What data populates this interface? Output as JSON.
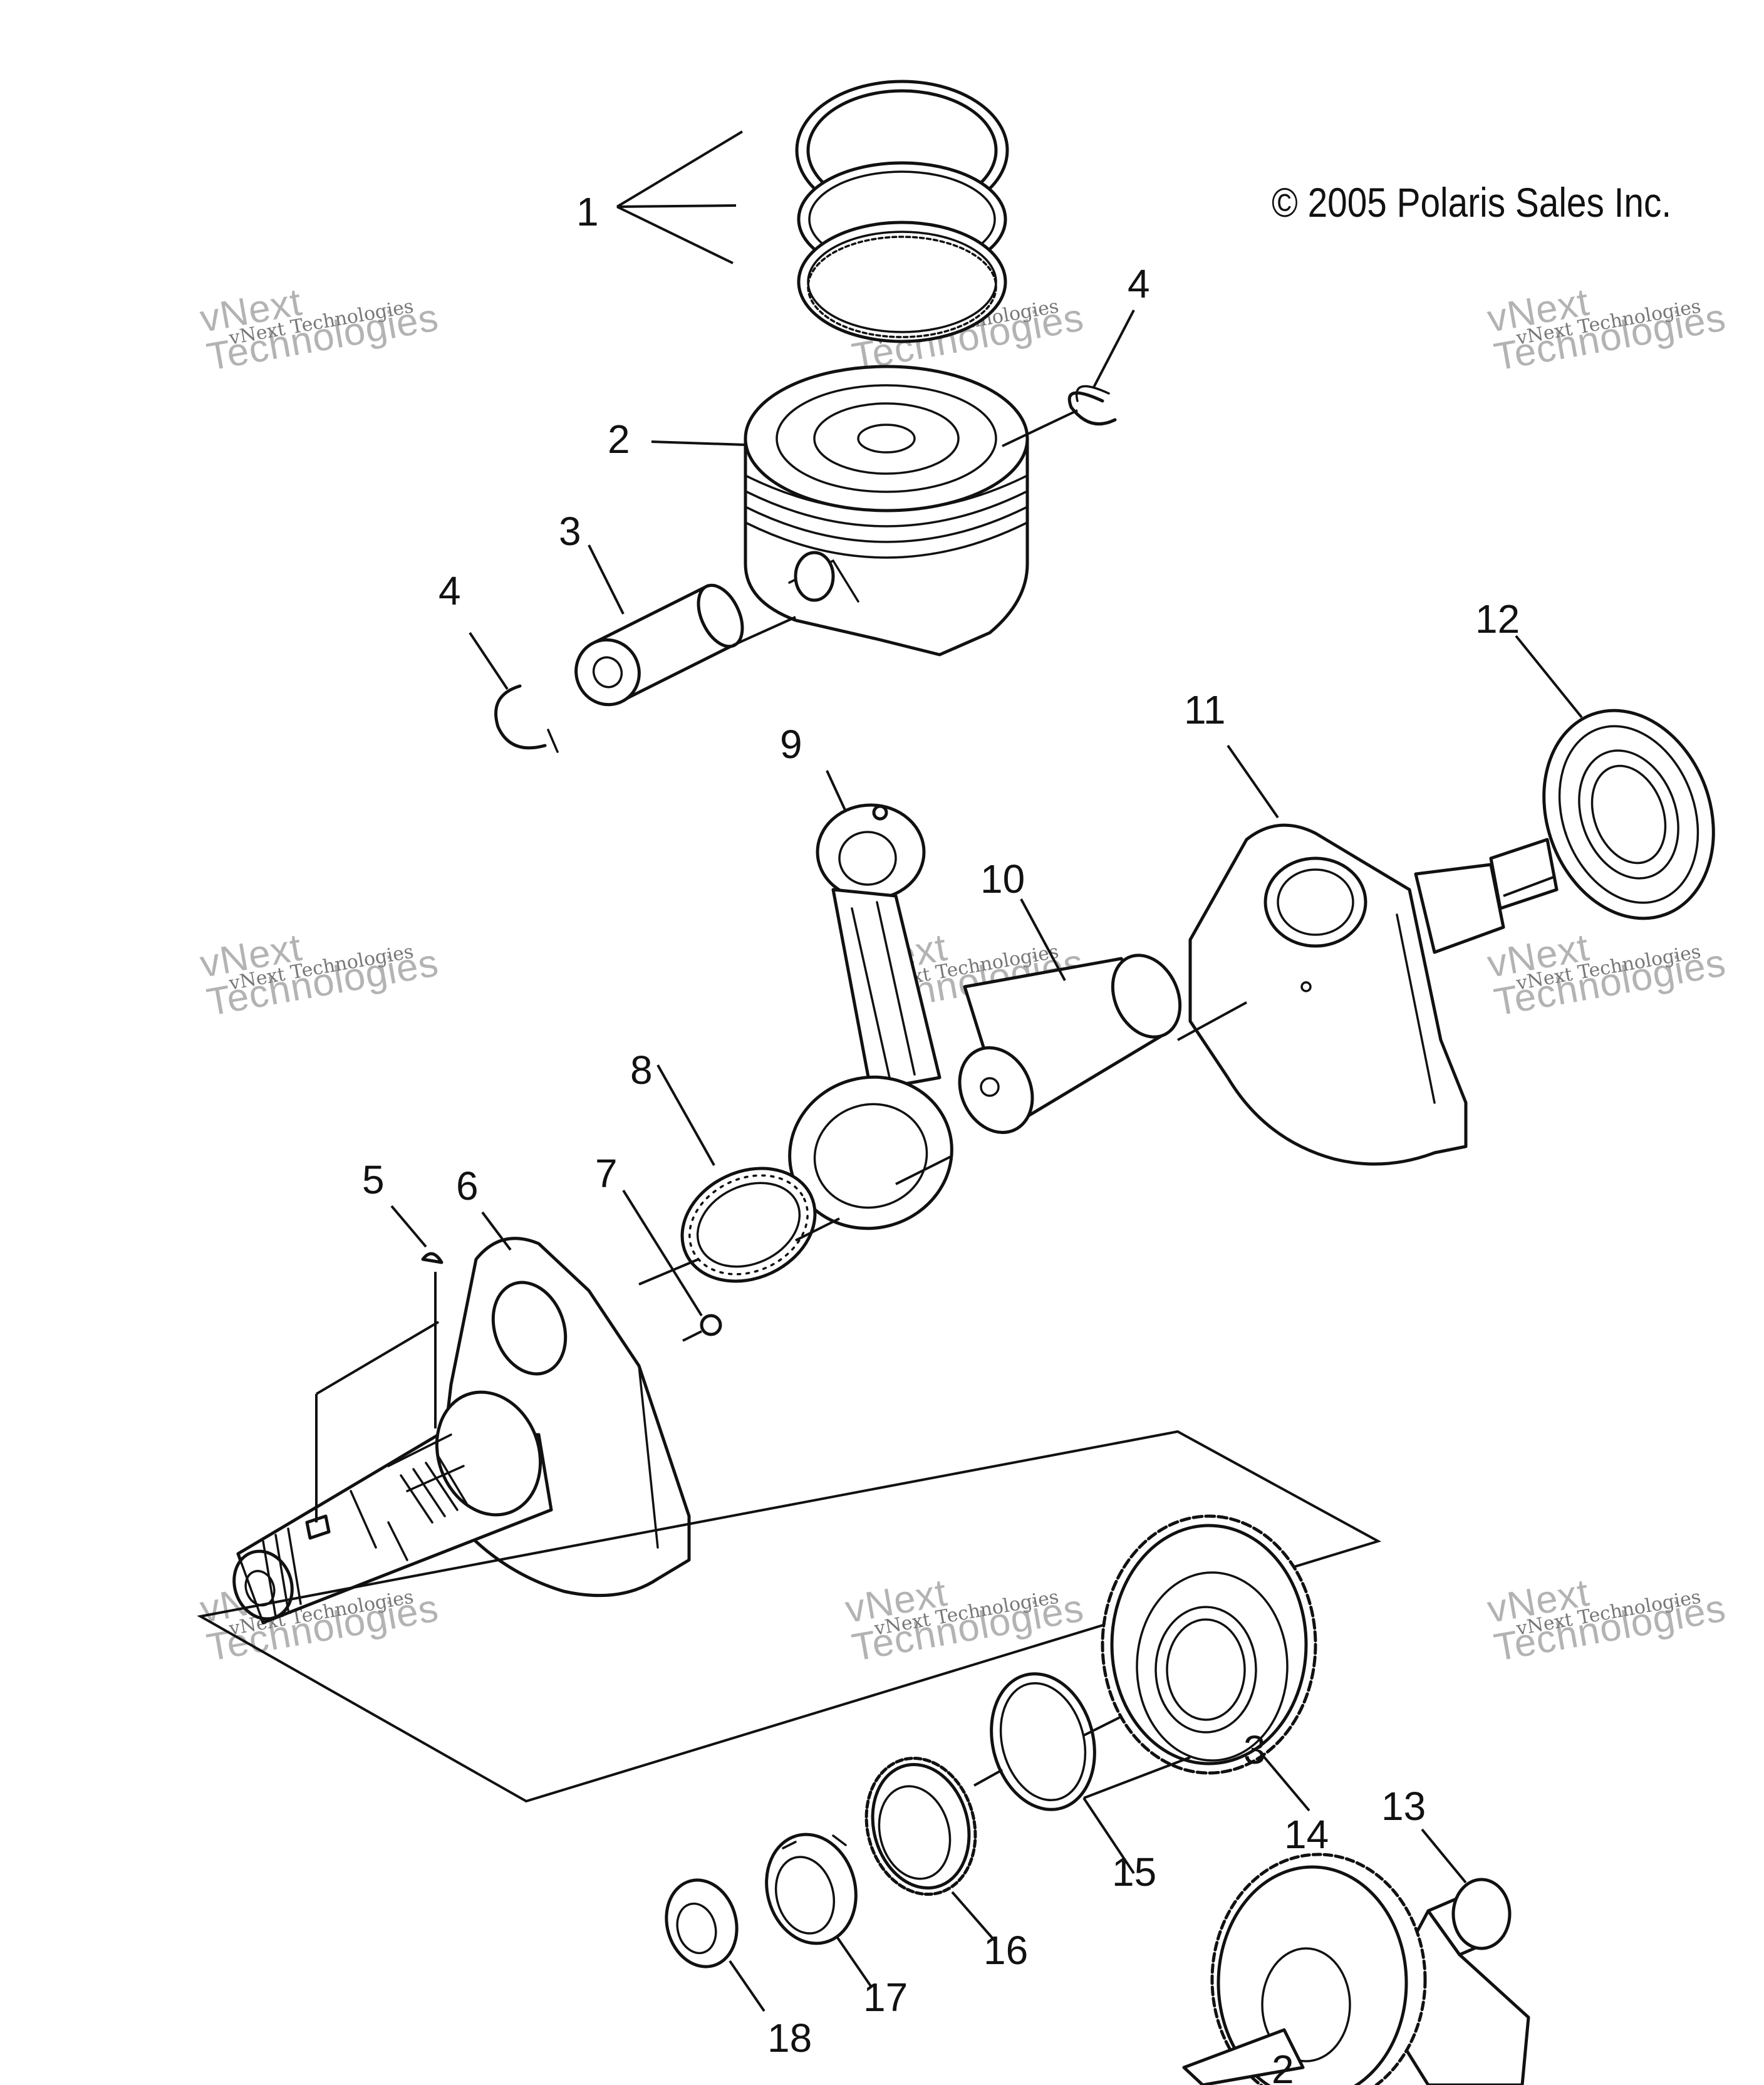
{
  "copyright": "© 2005 Polaris Sales Inc.",
  "watermark": {
    "line1": "vNext Technologies",
    "line2": "vNext\nTechnologies"
  },
  "callouts": [
    {
      "id": "c1",
      "label": "1"
    },
    {
      "id": "c2",
      "label": "2"
    },
    {
      "id": "c3",
      "label": "3"
    },
    {
      "id": "c4a",
      "label": "4"
    },
    {
      "id": "c4b",
      "label": "4"
    },
    {
      "id": "c5",
      "label": "5"
    },
    {
      "id": "c6",
      "label": "6"
    },
    {
      "id": "c7",
      "label": "7"
    },
    {
      "id": "c8",
      "label": "8"
    },
    {
      "id": "c9",
      "label": "9"
    },
    {
      "id": "c10",
      "label": "10"
    },
    {
      "id": "c11",
      "label": "11"
    },
    {
      "id": "c12",
      "label": "12"
    },
    {
      "id": "c13",
      "label": "13"
    },
    {
      "id": "c14",
      "label": "14"
    },
    {
      "id": "c15",
      "label": "15"
    },
    {
      "id": "c16",
      "label": "16"
    },
    {
      "id": "c17",
      "label": "17"
    },
    {
      "id": "c18",
      "label": "18"
    },
    {
      "id": "c3b",
      "label": "3"
    },
    {
      "id": "c2b",
      "label": "2"
    }
  ],
  "parts": {
    "piston_rings": "piston-ring-set",
    "piston": "piston",
    "piston_pin": "piston-pin",
    "circlip": "circlip",
    "woodruff_key": "woodruff-key",
    "crank_half_left": "crankshaft-half",
    "ball": "ball",
    "needle_bearing": "needle-bearing",
    "connecting_rod": "connecting-rod",
    "crank_pin": "crank-pin",
    "crank_half_right": "crankshaft-half",
    "ball_bearing": "ball-bearing",
    "balancer_shaft": "balancer-shaft",
    "drive_gear": "gear",
    "washer": "washer",
    "small_gear": "gear",
    "nut": "nut",
    "flange_nut": "nut"
  }
}
